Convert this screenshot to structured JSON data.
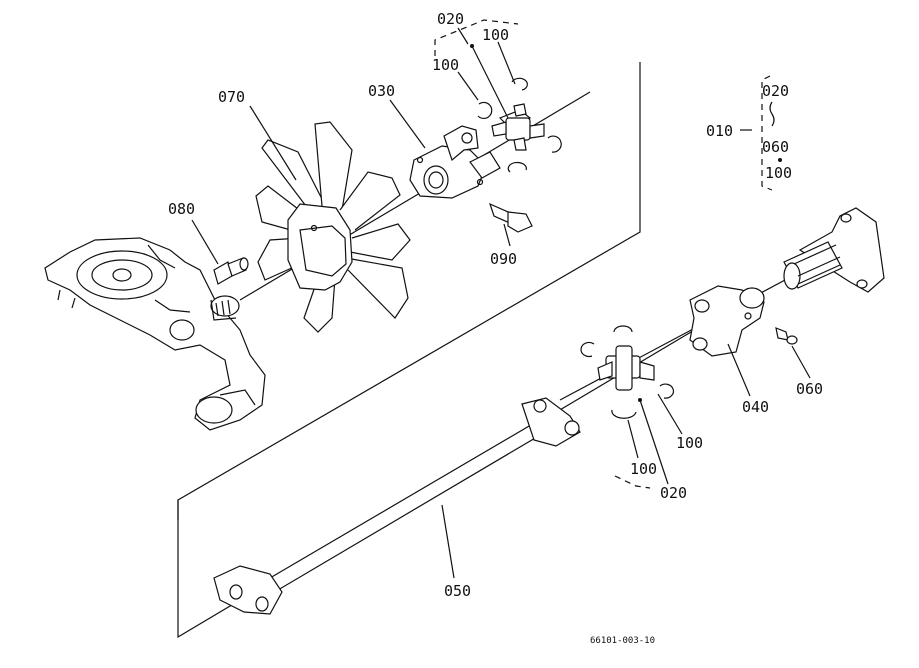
{
  "parts": {
    "p010": "010",
    "p020": "020",
    "p030": "030",
    "p040": "040",
    "p050": "050",
    "p060": "060",
    "p070": "070",
    "p080": "080",
    "p090": "090",
    "p100": "100"
  },
  "figure_number": "66101-003-10"
}
